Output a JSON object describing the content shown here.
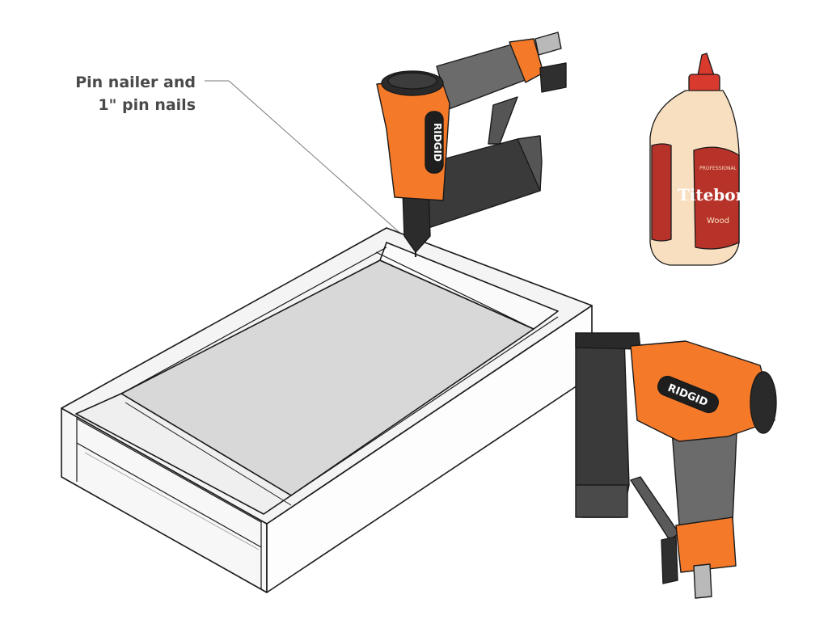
{
  "callout": {
    "line1": "Pin nailer and",
    "line2": "1\" pin nails"
  },
  "nailer_brand": "RIDGID",
  "glue_brand": "Titebond",
  "glue_label_small": "PROFESSIONAL",
  "glue_label_sub": "Wood",
  "colors": {
    "nailer_orange": "#f47a2a",
    "nailer_gray": "#6b6b6b",
    "nailer_dark": "#2f2f2f",
    "board_white": "#f4f4f4",
    "panel_gray": "#d8d8d8",
    "glue_body": "#f8dfc0",
    "glue_cap": "#d83a2e",
    "glue_label": "#b7332a"
  }
}
